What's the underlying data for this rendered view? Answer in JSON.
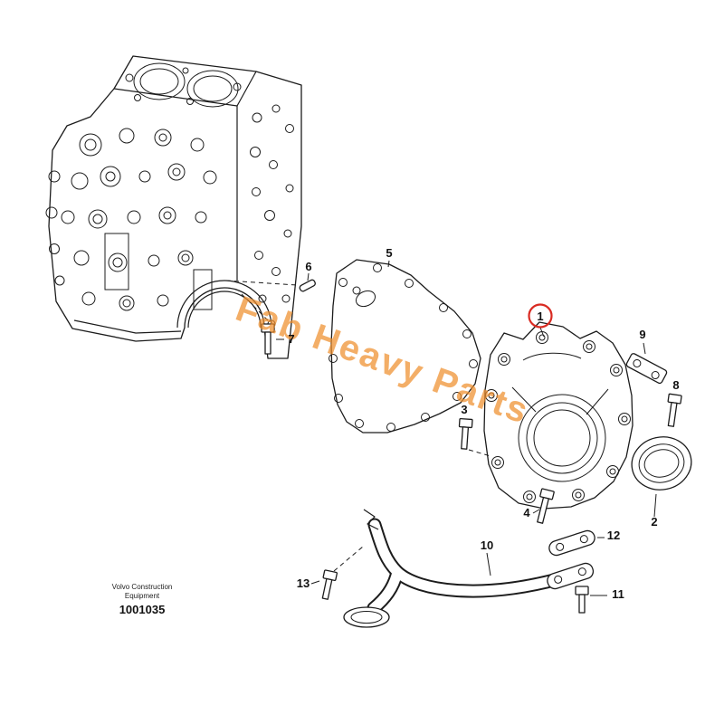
{
  "colors": {
    "highlight": "#d92b22",
    "watermark": "#ef8f2e",
    "line": "#1c1c1c"
  },
  "watermark": {
    "text": "Fab Heavy Parts"
  },
  "footer": {
    "brand_line1": "Volvo Construction",
    "brand_line2": "Equipment",
    "figure_number": "1001035"
  },
  "callouts": [
    {
      "label": "1",
      "highlighted": true
    },
    {
      "label": "2",
      "highlighted": false
    },
    {
      "label": "3",
      "highlighted": false
    },
    {
      "label": "4",
      "highlighted": false
    },
    {
      "label": "5",
      "highlighted": false
    },
    {
      "label": "6",
      "highlighted": false
    },
    {
      "label": "7",
      "highlighted": false
    },
    {
      "label": "8",
      "highlighted": false
    },
    {
      "label": "9",
      "highlighted": false
    },
    {
      "label": "10",
      "highlighted": false
    },
    {
      "label": "11",
      "highlighted": false
    },
    {
      "label": "12",
      "highlighted": false
    },
    {
      "label": "13",
      "highlighted": false
    }
  ]
}
